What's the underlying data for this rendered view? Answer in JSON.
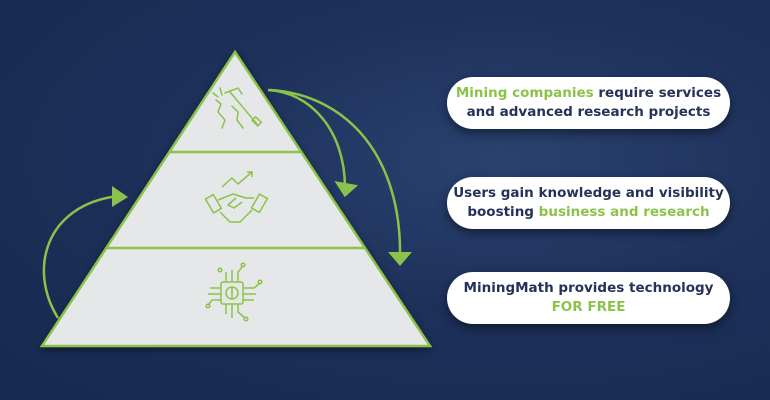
{
  "colors": {
    "background": "#1d305a",
    "accent": "#8bc34a",
    "text": "#26325a",
    "pyramid": "#e6e7e8"
  },
  "pyramid": {
    "levels": [
      {
        "icon": "pickaxe-rock-icon"
      },
      {
        "icon": "handshake-growth-icon"
      },
      {
        "icon": "ai-chip-brain-icon"
      }
    ]
  },
  "boxes": [
    {
      "highlight": "Mining companies",
      "line1_rest": " require services",
      "line2": "and advanced research projects"
    },
    {
      "line1": "Users gain knowledge and visibility",
      "line2_plain": "boosting ",
      "line2_highlight": "business and research"
    },
    {
      "line1": "MiningMath provides technology",
      "highlight": "FOR FREE"
    }
  ]
}
